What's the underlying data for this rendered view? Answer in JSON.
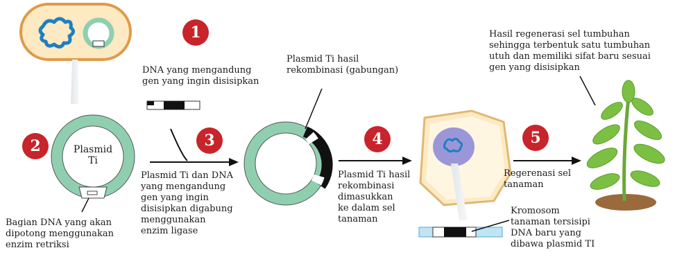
{
  "steps": [
    "1",
    "2",
    "3",
    "4",
    "5"
  ],
  "labels": {
    "dna_insert": "DNA yang mengandung\ngen yang ingin disisipkan",
    "plasmid_name": "Plasmid\nTi",
    "cut_part": "Bagian DNA yang akan\ndipotong menggunakan\nenzim retriksi",
    "recombinant": "Plasmid Ti hasil\nrekombinasi (gabungan)",
    "combine": "Plasmid Ti dan DNA\nyang mengandung\ngen yang ingin\ndisisipkan digabung\nmenggunakan\nenzim ligase",
    "insert_cell": "Plasmid Ti hasil\nrekombinasi\ndimasukkan\n ke  dalam sel\ntanaman",
    "regeneration": "Regerenasi sel\ntanaman",
    "result": "Hasil regenerasi sel tumbuhan\nsehingga terbentuk satu tumbuhan\nutuh dan memiliki sifat baru sesuai\ngen yang disisipkan",
    "chromosome": "Kromosom\ntanaman tersisipi\nDNA baru yang\ndibawa plasmid TI"
  },
  "colors": {
    "badge": "#c8242b",
    "plasmid_ring": "#8fcfb0",
    "bacteria_fill": "#fde9c2",
    "bacteria_border": "#e09a48",
    "dna_blue": "#1e7fc0",
    "nucleus": "#9a96d8",
    "leaf": "#7cc043",
    "soil": "#9a6a3c"
  }
}
